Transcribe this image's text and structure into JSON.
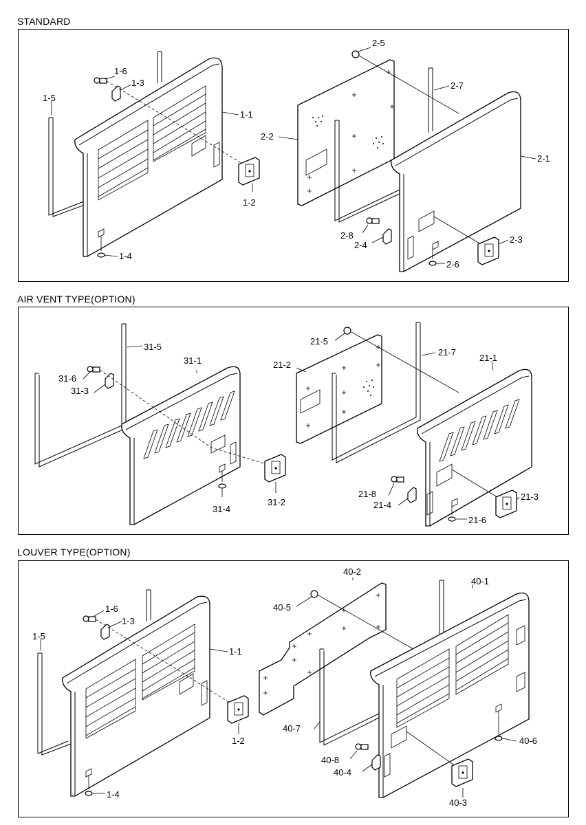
{
  "sections": [
    {
      "title": "STANDARD",
      "labels": [
        "1-1",
        "1-2",
        "1-3",
        "1-4",
        "1-5",
        "1-6",
        "2-1",
        "2-2",
        "2-3",
        "2-4",
        "2-5",
        "2-6",
        "2-7",
        "2-8"
      ]
    },
    {
      "title": "AIR VENT TYPE(OPTION)",
      "labels": [
        "31-1",
        "31-2",
        "31-3",
        "31-4",
        "31-5",
        "31-6",
        "21-1",
        "21-2",
        "21-3",
        "21-4",
        "21-5",
        "21-6",
        "21-7",
        "21-8"
      ]
    },
    {
      "title": "LOUVER TYPE(OPTION)",
      "labels": [
        "1-1",
        "1-2",
        "1-3",
        "1-4",
        "1-5",
        "1-6",
        "40-1",
        "40-2",
        "40-3",
        "40-4",
        "40-5",
        "40-6",
        "40-7",
        "40-8"
      ]
    }
  ]
}
